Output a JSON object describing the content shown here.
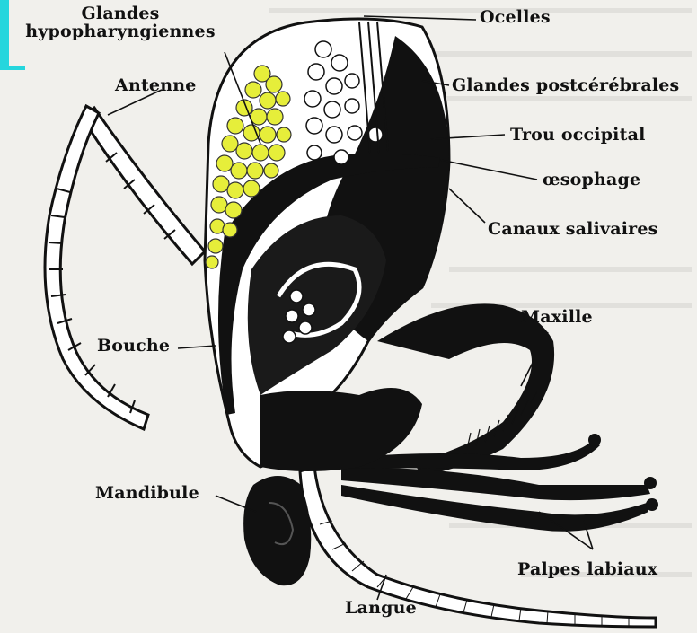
{
  "labels": {
    "glandes_hypo": "Glandes\nhypopharyngiennes",
    "antenne": "Antenne",
    "ocelles": "Ocelles",
    "glandes_post": "Glandes postcérébrales",
    "trou_occipital": "Trou occipital",
    "oesophage": "œsophage",
    "canaux": "Canaux  salivaires",
    "maxille": "Maxille",
    "bouche": "Bouche",
    "mandibule": "Mandibule",
    "palpes": "Palpes labiaux",
    "langue": "Langue"
  },
  "colors": {
    "gland_yellow": "#e6ee3a",
    "ink": "#111111",
    "accent": "#25d6dd"
  }
}
